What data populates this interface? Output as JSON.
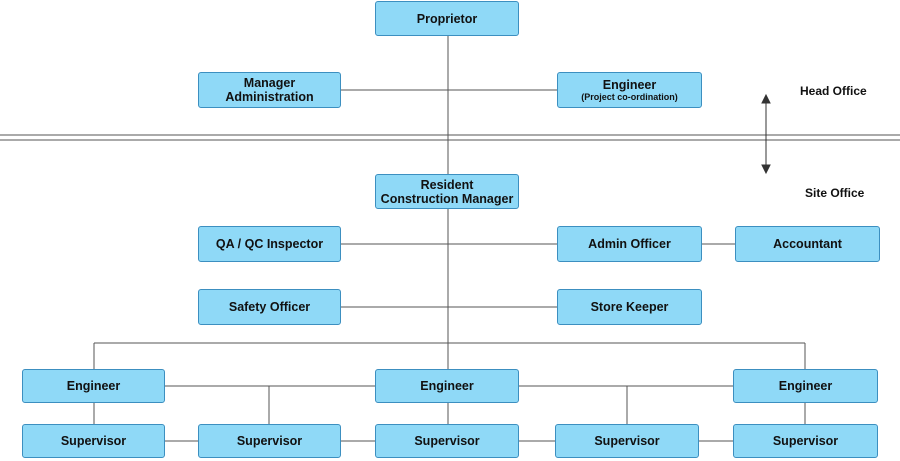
{
  "labels": {
    "head_office": "Head Office",
    "site_office": "Site Office"
  },
  "nodes": {
    "proprietor": "Proprietor",
    "manager_admin": "Manager Administration",
    "engineer_coord": {
      "title": "Engineer",
      "subtitle": "(Project co-ordination)"
    },
    "resident_manager": {
      "line1": "Resident",
      "line2": "Construction Manager"
    },
    "qa_qc": "QA / QC Inspector",
    "admin_officer": "Admin Officer",
    "accountant": "Accountant",
    "safety_officer": "Safety Officer",
    "store_keeper": "Store Keeper",
    "engineers": [
      "Engineer",
      "Engineer",
      "Engineer"
    ],
    "supervisors": [
      "Supervisor",
      "Supervisor",
      "Supervisor",
      "Supervisor",
      "Supervisor"
    ]
  },
  "colors": {
    "box_fill": "#8fd9f7",
    "box_border": "#3c8fc0",
    "line": "#555555"
  }
}
